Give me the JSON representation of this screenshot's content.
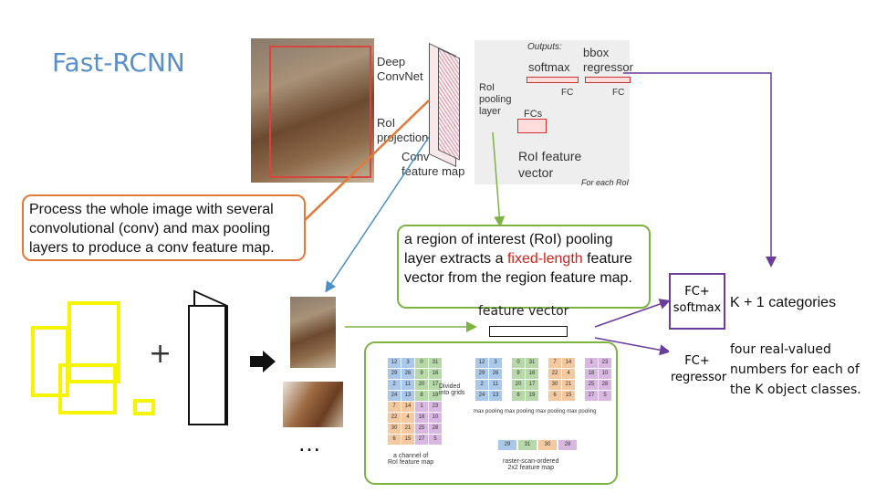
{
  "slide": {
    "title": "Fast-RCNN"
  },
  "architecture": {
    "outputs_label": "Outputs:",
    "softmax": "softmax",
    "bbox": "bbox\nregressor",
    "fc": "FC",
    "deep_convnet": "Deep\nConvNet",
    "roi_projection": "RoI\nprojection",
    "conv_feature_map": "Conv\nfeature map",
    "roi_pooling_layer": "RoI\npooling\nlayer",
    "fcs": "FCs",
    "roi_feature_vector": "RoI feature\nvector",
    "for_each_roi": "For each RoI"
  },
  "callouts": {
    "conv": "Process the whole image with several convolutional (conv) and max pooling layers to produce a conv feature map.",
    "roi_pool_before": "a region of interest (RoI) pooling layer extracts a ",
    "roi_pool_highlight": "fixed-length",
    "roi_pool_after": " feature vector from the region feature map."
  },
  "feature_vector_label": "feature vector",
  "plus": "+",
  "ellipsis": "…",
  "heads": {
    "softmax_box": "FC+\nsoftmax",
    "softmax_desc": "K + 1 categories",
    "regressor_box": "FC+\nregressor",
    "regressor_desc": "four real-valued\nnumbers for each of\nthe K object classes."
  },
  "pool_example": {
    "grid": [
      [
        12,
        3,
        0,
        31
      ],
      [
        29,
        26,
        9,
        16
      ],
      [
        2,
        11,
        20,
        17
      ],
      [
        24,
        13,
        8,
        19
      ],
      [
        7,
        14,
        1,
        23
      ],
      [
        22,
        4,
        18,
        10
      ],
      [
        30,
        21,
        25,
        28
      ],
      [
        6,
        15,
        27,
        5
      ]
    ],
    "outputs": [
      29,
      31,
      30,
      28
    ],
    "label_channel": "a channel of\nRoI feature map",
    "label_divided": "Divided\ninto grids",
    "label_max": "max pooling",
    "label_raster": "raster-scan-ordered\n2x2 feature map"
  },
  "colors": {
    "orange": "#e07a3a",
    "green": "#7cb342",
    "blue": "#4a90c8",
    "purple": "#6a3d9a",
    "yellow": "#f5f500",
    "title": "#5b8fc7"
  }
}
